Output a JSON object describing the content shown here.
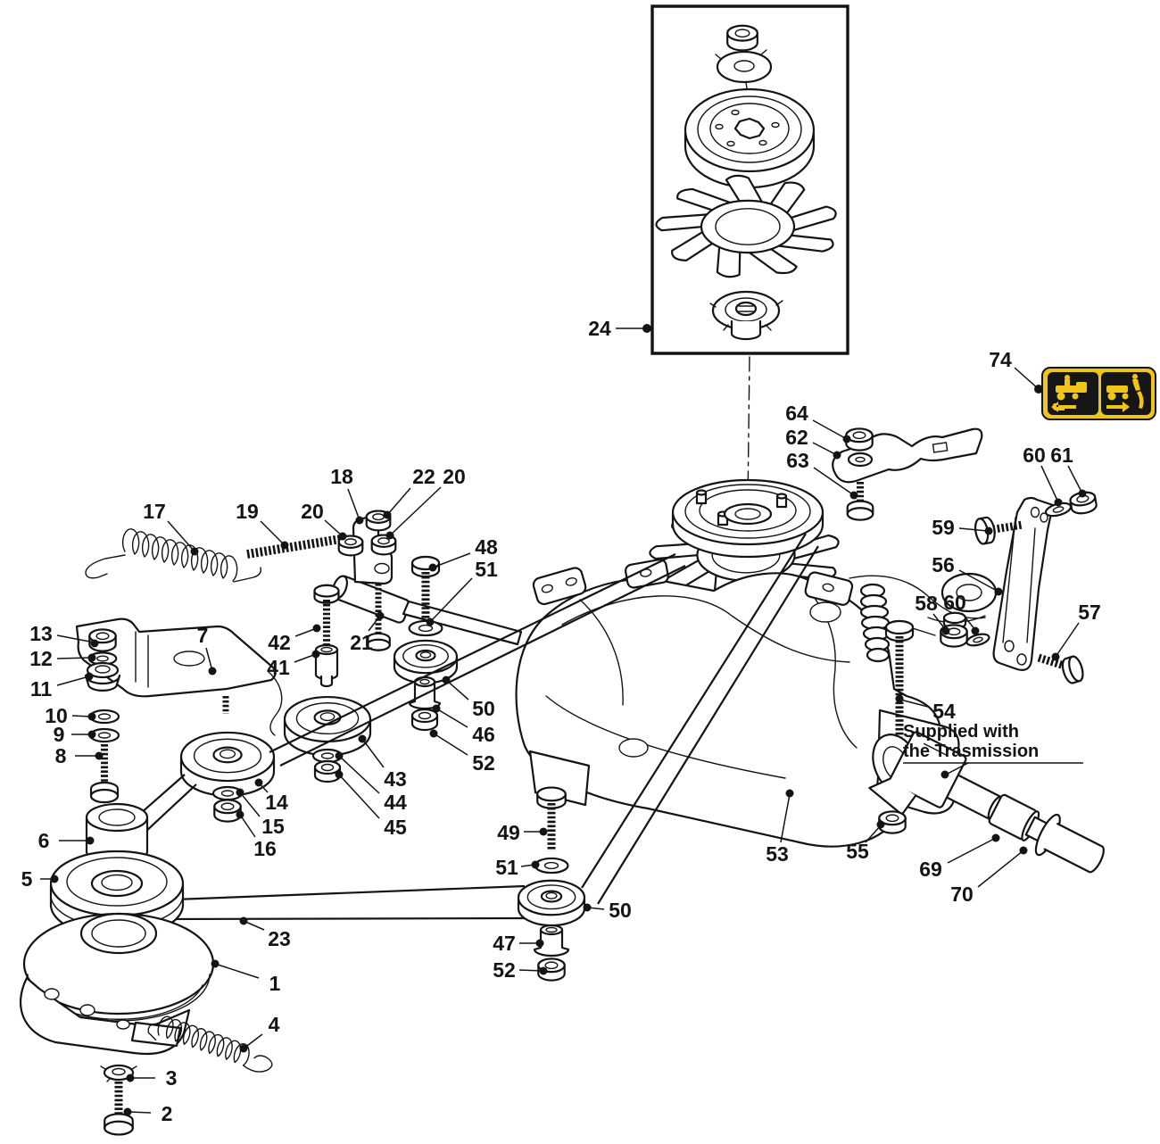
{
  "diagram": {
    "colors": {
      "line": "#141414",
      "bg": "#ffffff",
      "sticker_yellow": "#f0c419",
      "sticker_black": "#161616"
    },
    "note": {
      "line1": "Supplied with",
      "line2": "the Trasmission"
    }
  },
  "callouts": [
    {
      "label": "24"
    },
    {
      "label": "74"
    },
    {
      "label": "17"
    },
    {
      "label": "19"
    },
    {
      "label": "20"
    },
    {
      "label": "18"
    },
    {
      "label": "22"
    },
    {
      "label": "20"
    },
    {
      "label": "48"
    },
    {
      "label": "51"
    },
    {
      "label": "13"
    },
    {
      "label": "12"
    },
    {
      "label": "11"
    },
    {
      "label": "10"
    },
    {
      "label": "9"
    },
    {
      "label": "8"
    },
    {
      "label": "7"
    },
    {
      "label": "42"
    },
    {
      "label": "41"
    },
    {
      "label": "21"
    },
    {
      "label": "14"
    },
    {
      "label": "15"
    },
    {
      "label": "16"
    },
    {
      "label": "6"
    },
    {
      "label": "5"
    },
    {
      "label": "23"
    },
    {
      "label": "1"
    },
    {
      "label": "4"
    },
    {
      "label": "3"
    },
    {
      "label": "2"
    },
    {
      "label": "43"
    },
    {
      "label": "44"
    },
    {
      "label": "45"
    },
    {
      "label": "50"
    },
    {
      "label": "46"
    },
    {
      "label": "52"
    },
    {
      "label": "49"
    },
    {
      "label": "51"
    },
    {
      "label": "50"
    },
    {
      "label": "47"
    },
    {
      "label": "52"
    },
    {
      "label": "64"
    },
    {
      "label": "62"
    },
    {
      "label": "63"
    },
    {
      "label": "60"
    },
    {
      "label": "61"
    },
    {
      "label": "59"
    },
    {
      "label": "56"
    },
    {
      "label": "58"
    },
    {
      "label": "60"
    },
    {
      "label": "57"
    },
    {
      "label": "54"
    },
    {
      "label": "53"
    },
    {
      "label": "55"
    },
    {
      "label": "69"
    },
    {
      "label": "70"
    }
  ]
}
